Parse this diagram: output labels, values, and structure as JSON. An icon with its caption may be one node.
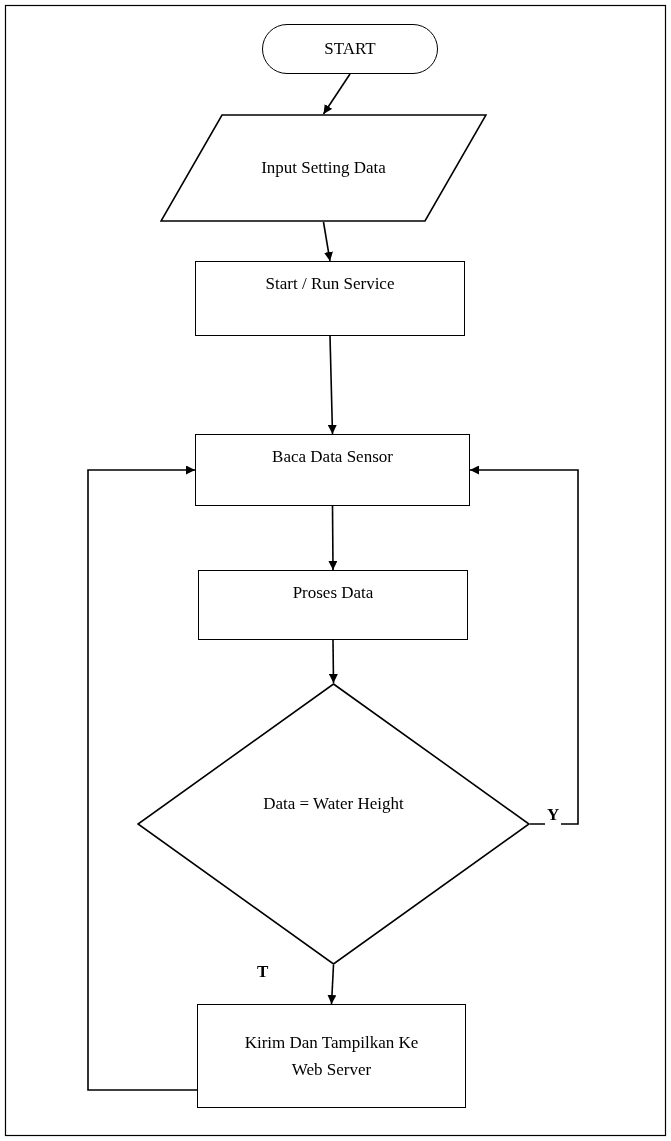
{
  "diagram": {
    "nodes": [
      {
        "text": [
          "START"
        ]
      },
      {
        "text": [
          "Input Setting Data"
        ]
      },
      {
        "text": [
          "Start / Run Service"
        ]
      },
      {
        "text": [
          "Baca Data Sensor"
        ]
      },
      {
        "text": [
          "Proses Data"
        ]
      },
      {
        "text": [
          "Data = Water Height"
        ]
      },
      {
        "text": [
          "Kirim Dan Tampilkan Ke Web Server"
        ]
      }
    ],
    "edges": [
      {
        "from": 0,
        "to": 1,
        "arrow": "to"
      },
      {
        "from": 1,
        "to": 2,
        "arrow": "to"
      },
      {
        "from": 2,
        "to": 3,
        "arrow": "to"
      },
      {
        "from": 3,
        "to": 4,
        "arrow": "to"
      },
      {
        "from": 4,
        "to": 5,
        "arrow": "to"
      },
      {
        "from": 5,
        "to": 3,
        "arrow": "to",
        "label": "Y"
      },
      {
        "from": 5,
        "to": 6,
        "arrow": "to",
        "label": "T"
      },
      {
        "from": 6,
        "to": 3,
        "arrow": "to"
      }
    ]
  }
}
